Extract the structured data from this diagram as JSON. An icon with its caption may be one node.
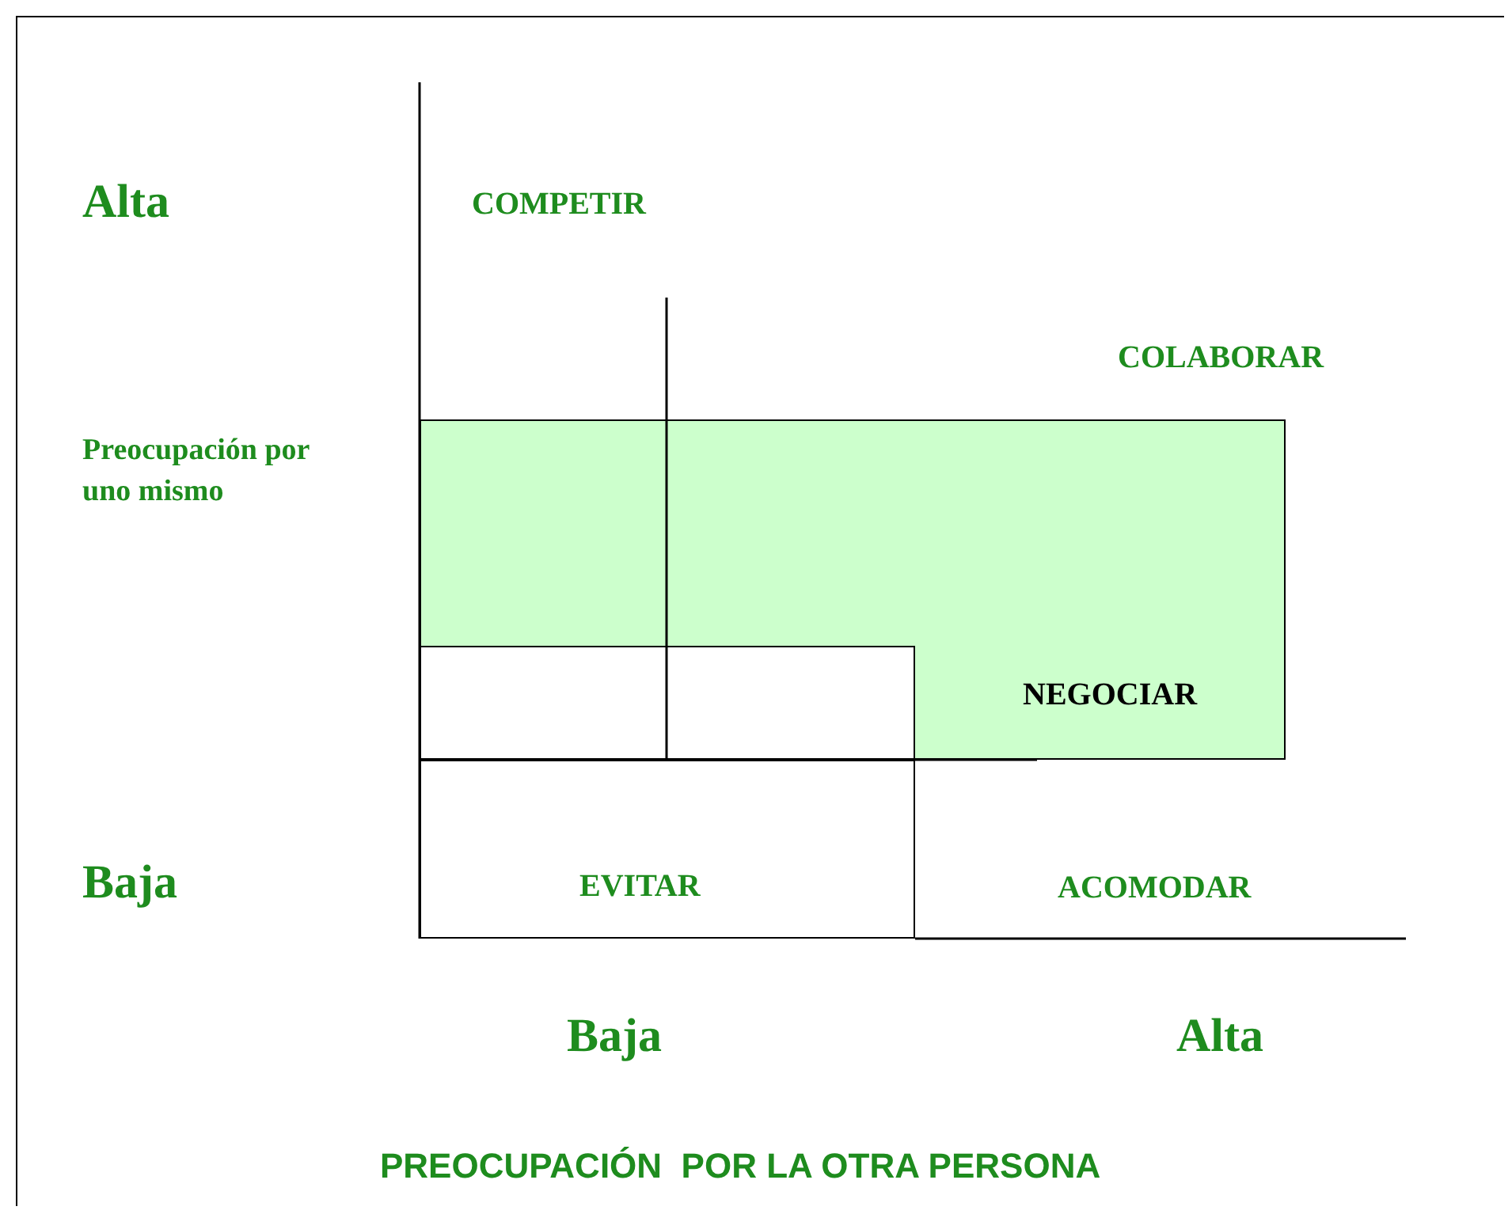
{
  "diagram": {
    "nodes": [
      {
        "text": [
          "NEGOCIAR"
        ]
      },
      {
        "text": [],
        "shape": "box",
        "in": 0
      },
      {
        "text": [
          "EVITAR"
        ]
      }
    ],
    "edges": [],
    "labels": [
      "Alta",
      "COMPETIR",
      "COLABORAR",
      "Preocupación por uno mismo",
      "Baja",
      "ACOMODAR",
      "Baja",
      "Alta",
      "PREOCUPACIÓN  POR LA OTRA PERSONA"
    ]
  }
}
